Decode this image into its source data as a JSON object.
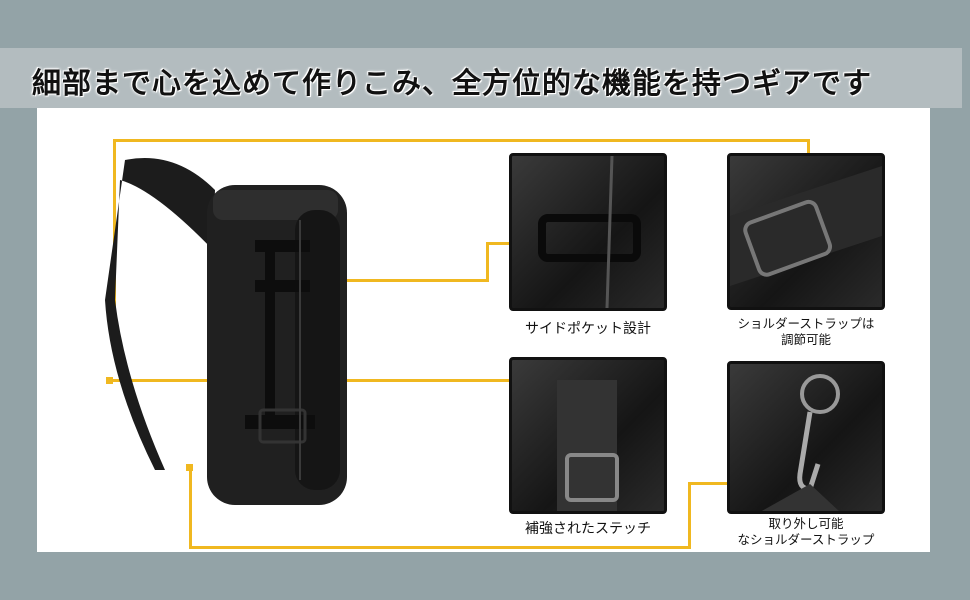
{
  "title": "細部まで心を込めて作りこみ、全方位的な機能を持つギアです",
  "features": [
    {
      "label": "サイドポケット設計"
    },
    {
      "label_line1": "ショルダーストラップは",
      "label_line2": "調節可能"
    },
    {
      "label": "補強されたステッチ"
    },
    {
      "label_line1": "取り外し可能",
      "label_line2": "なショルダーストラップ"
    }
  ],
  "colors": {
    "accent": "#f0b820",
    "background": "#93a3a7",
    "banner": "#b3bcbf"
  }
}
